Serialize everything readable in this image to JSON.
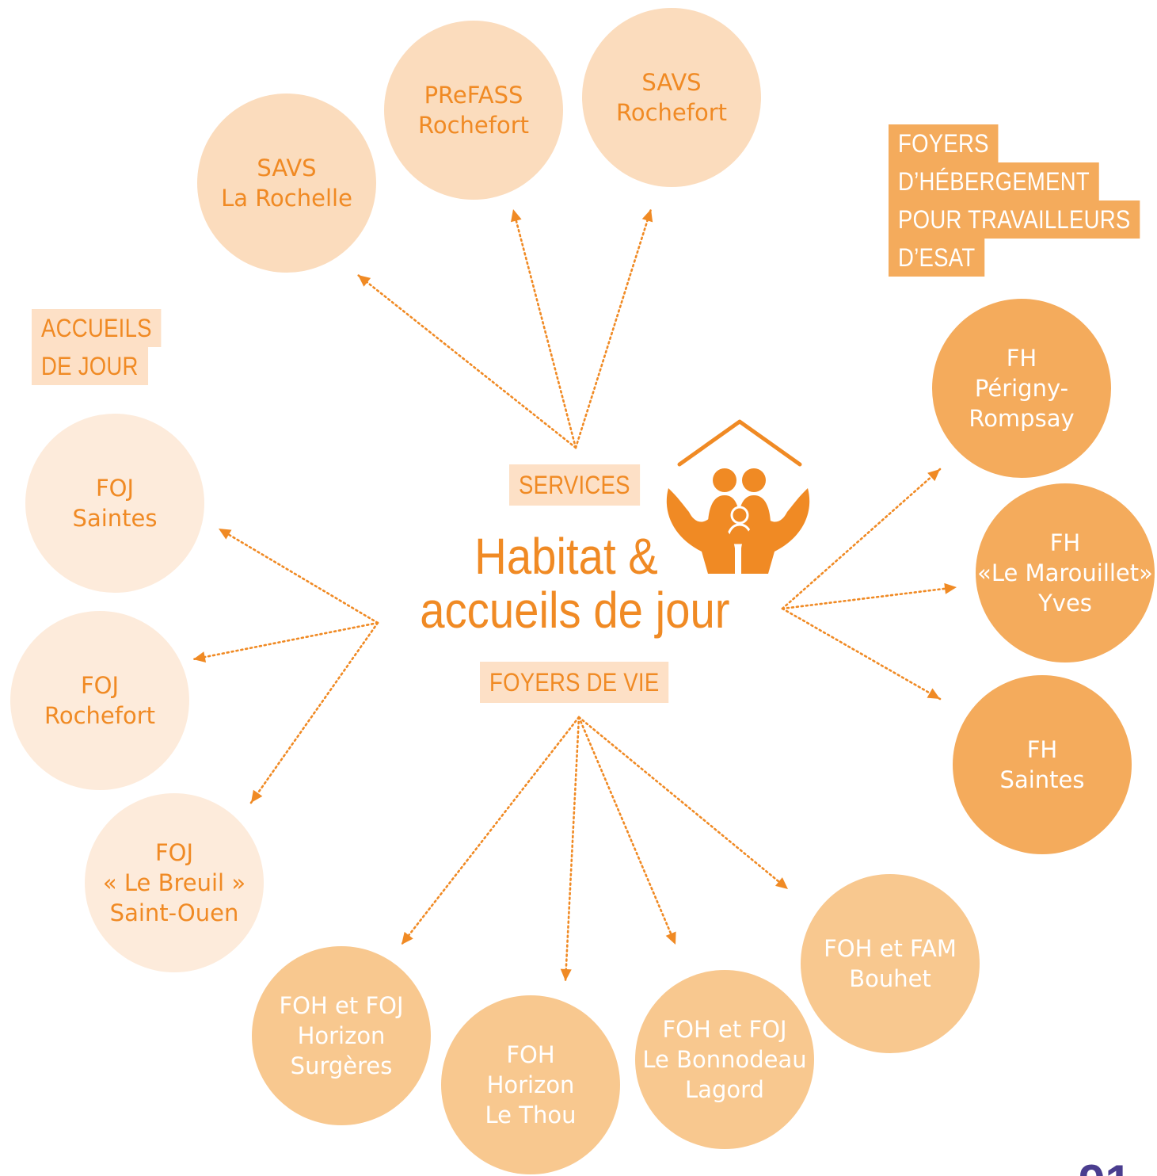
{
  "center": {
    "line1": "Habitat &",
    "line2": "accueils de jour"
  },
  "labels": {
    "services": "SERVICES",
    "foyers_de_vie": "FOYERS DE VIE",
    "accueils_de_jour": [
      "ACCUEILS",
      "DE JOUR"
    ],
    "foyers_hebergement": [
      "FOYERS",
      "D’HÉBERGEMENT",
      "POUR TRAVAILLEURS",
      "D’ESAT"
    ]
  },
  "nodes": {
    "savs_la_rochelle": [
      "SAVS",
      "La Rochelle"
    ],
    "prefass_rochefort": [
      "PReFASS",
      "Rochefort"
    ],
    "savs_rochefort": [
      "SAVS",
      "Rochefort"
    ],
    "foj_saintes": [
      "FOJ",
      "Saintes"
    ],
    "foj_rochefort": [
      "FOJ",
      "Rochefort"
    ],
    "foj_le_breuil": [
      "FOJ",
      "« Le Breuil »",
      "Saint-Ouen"
    ],
    "fh_perigny": [
      "FH",
      "Périgny-",
      "Rompsay"
    ],
    "fh_marouillet": [
      "FH",
      "«Le Marouillet»",
      "Yves"
    ],
    "fh_saintes": [
      "FH",
      "Saintes"
    ],
    "foh_foj_horizon": [
      "FOH et FOJ",
      "Horizon",
      "Surgères"
    ],
    "foh_horizon_thou": [
      "FOH",
      "Horizon",
      "Le Thou"
    ],
    "foh_foj_bonnodeau": [
      "FOH et FOJ",
      "Le Bonnodeau",
      "Lagord"
    ],
    "foh_fam_bouhet": [
      "FOH et FAM",
      "Bouhet"
    ]
  },
  "colors": {
    "accent": "#f08a24",
    "pale_circle": "#fdebdb",
    "light_circle": "#fbdcbd",
    "mid_circle": "#f8c88f",
    "dark_circle": "#f4ab5c",
    "page_number": "#4a3d8f"
  },
  "icons": [
    "house-roof-icon",
    "family-icon",
    "hands-icon"
  ]
}
